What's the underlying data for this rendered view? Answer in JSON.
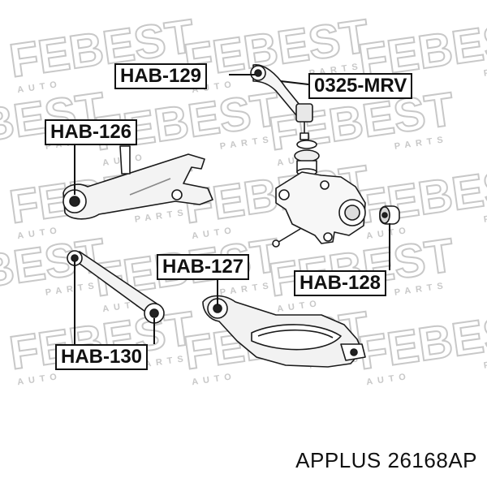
{
  "watermark": {
    "brand": "FEBEST",
    "subtext_left": "AUTO",
    "subtext_right": "PARTS",
    "color": "#c8c8c8"
  },
  "labels": {
    "hab129": "HAB-129",
    "mrv0325": "0325-MRV",
    "hab126": "HAB-126",
    "hab127": "HAB-127",
    "hab128": "HAB-128",
    "hab130": "HAB-130"
  },
  "footer": {
    "brand": "APPLUS",
    "part_number": "26168AP"
  },
  "colors": {
    "line": "#111111",
    "part_fill": "#ffffff",
    "part_stroke": "#1a1a1a"
  }
}
